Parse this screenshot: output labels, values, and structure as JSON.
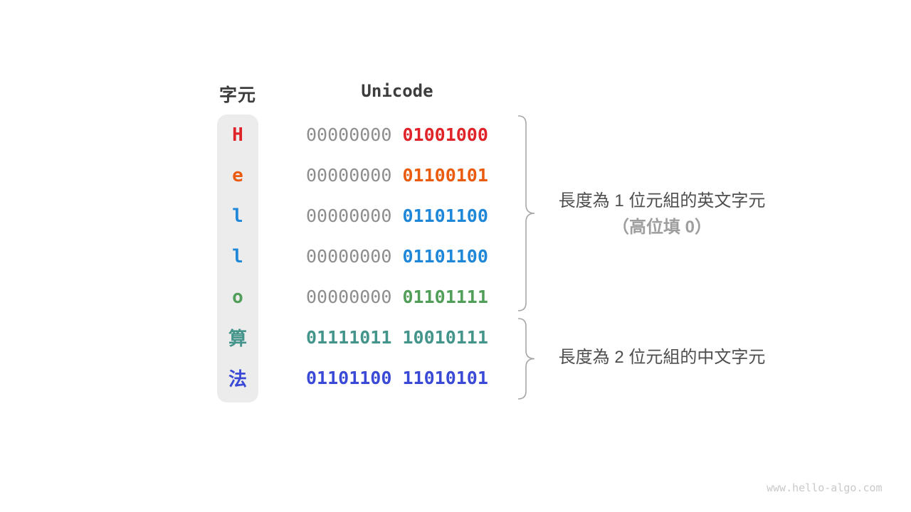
{
  "header": {
    "char_label": "字元",
    "unicode_label": "Unicode"
  },
  "rows": [
    {
      "char": "H",
      "color": "#df2329",
      "high_byte": "00000000",
      "low_byte": "01001000",
      "high_byte_gray": true
    },
    {
      "char": "e",
      "color": "#ea5b0e",
      "high_byte": "00000000",
      "low_byte": "01100101",
      "high_byte_gray": true
    },
    {
      "char": "l",
      "color": "#1f87d8",
      "high_byte": "00000000",
      "low_byte": "01101100",
      "high_byte_gray": true
    },
    {
      "char": "l",
      "color": "#1f87d8",
      "high_byte": "00000000",
      "low_byte": "01101100",
      "high_byte_gray": true
    },
    {
      "char": "o",
      "color": "#519e58",
      "high_byte": "00000000",
      "low_byte": "01101111",
      "high_byte_gray": true
    },
    {
      "char": "算",
      "color": "#43948a",
      "high_byte": "01111011",
      "low_byte": "10010111",
      "high_byte_gray": false
    },
    {
      "char": "法",
      "color": "#3a4ad6",
      "high_byte": "01101100",
      "low_byte": "11010101",
      "high_byte_gray": false
    }
  ],
  "annotations": [
    {
      "line1": "長度為 1 位元組的英文字元",
      "line2": "（高位填 0）"
    },
    {
      "line1": "長度為 2 位元組的中文字元"
    }
  ],
  "colors": {
    "gray_bits": "#8d8d8d",
    "column_bg": "#ececec",
    "header_text": "#3d3d3d",
    "annotation_text": "#4e4e4e",
    "annotation_subtext": "#9e9e9e",
    "brace": "#a6a6a6",
    "watermark_text": "#c9c9c9"
  },
  "watermark": "www.hello-algo.com"
}
